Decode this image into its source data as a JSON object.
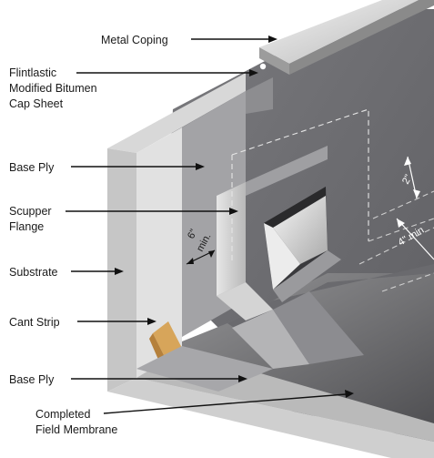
{
  "labels": {
    "metal_coping": "Metal Coping",
    "flintlastic_1": "Flintlastic",
    "flintlastic_2": "Modified Bitumen",
    "flintlastic_3": "Cap Sheet",
    "base_ply_upper": "Base Ply",
    "scupper_1": "Scupper",
    "scupper_2": "Flange",
    "substrate": "Substrate",
    "cant_strip": "Cant Strip",
    "base_ply_lower": "Base Ply",
    "completed_1": "Completed",
    "completed_2": "Field Membrane"
  },
  "dimensions": {
    "six_a": "6\"",
    "six_b": "min.",
    "two": "2\"",
    "four": "4\" min"
  },
  "colors": {
    "wall_dark": "#6f6f73",
    "membrane": "#5f5f63",
    "substrate": "#bdbdbd",
    "coping": "#d9d9d9",
    "cant": "#d7a55a"
  }
}
